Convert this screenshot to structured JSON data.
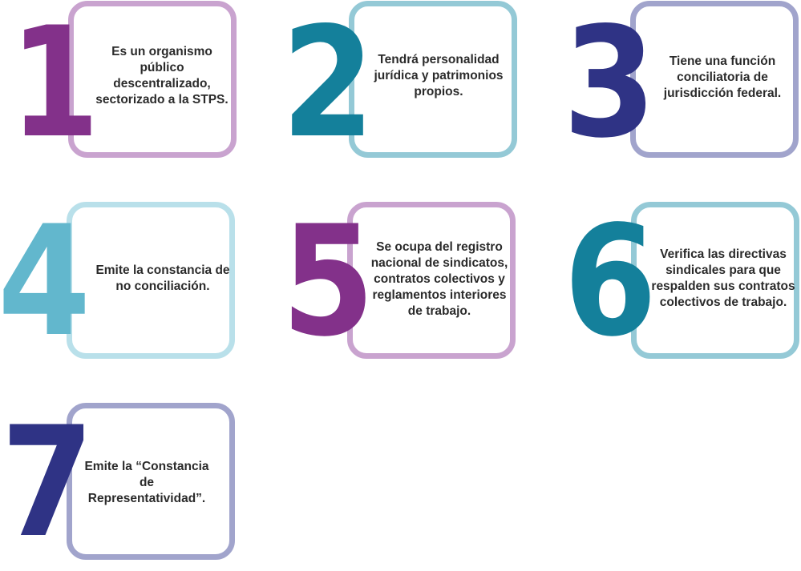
{
  "colors": {
    "purple": "#83318a",
    "purple_light": "#c9a3cf",
    "teal": "#14809b",
    "teal_light": "#94c9d6",
    "indigo": "#2f3385",
    "indigo_light": "#a1a4cc",
    "sky": "#62b7cd",
    "sky_light": "#b9e0ea"
  },
  "items": [
    {
      "number": "1",
      "text": "Es un organismo público descentralizado, sectorizado a la STPS."
    },
    {
      "number": "2",
      "text": "Tendrá personalidad jurídica y patrimonios propios."
    },
    {
      "number": "3",
      "text": "Tiene una función conciliatoria de jurisdicción federal."
    },
    {
      "number": "4",
      "text": "Emite la constancia de no conciliación."
    },
    {
      "number": "5",
      "text": "Se ocupa del registro nacional de sindicatos, contratos colectivos y reglamentos interiores de trabajo."
    },
    {
      "number": "6",
      "text": "Verifica las directivas sindicales para que respalden sus contratos colectivos de trabajo."
    },
    {
      "number": "7",
      "text": "Emite la “Constancia de Representatividad”."
    }
  ]
}
